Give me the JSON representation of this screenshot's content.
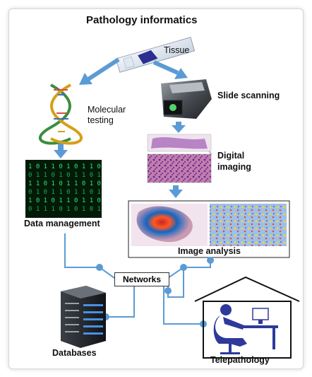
{
  "title": "Pathology informatics",
  "nodes": {
    "tissue": "Tissue",
    "molecular_testing_line1": "Molecular",
    "molecular_testing_line2": "testing",
    "slide_scanning": "Slide scanning",
    "digital_imaging_line1": "Digital",
    "digital_imaging_line2": "imaging",
    "data_management": "Data management",
    "image_analysis": "Image analysis",
    "networks": "Networks",
    "databases": "Databases",
    "telepathology": "Telepathology"
  },
  "colors": {
    "arrow": "#5b9bd5",
    "network_line": "#5b9bd5",
    "node_dot": "#5b9bd5",
    "matrix_bg": "#031a08",
    "matrix_fg": "#2fe36b",
    "person": "#2e3a9a"
  }
}
